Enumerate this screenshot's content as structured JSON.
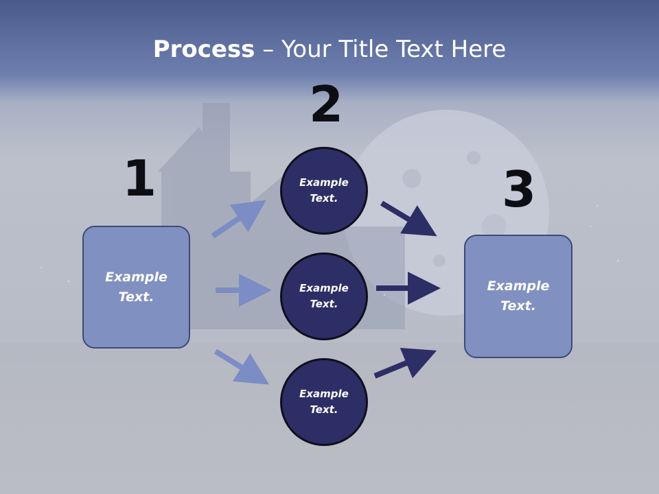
{
  "title": {
    "bold": "Process",
    "rest": " – Your Title Text Here"
  },
  "steps": {
    "one": {
      "number": "1",
      "label": "Example Text."
    },
    "two": {
      "number": "2",
      "items": [
        {
          "label": "Example Text."
        },
        {
          "label": "Example Text."
        },
        {
          "label": "Example Text."
        }
      ]
    },
    "three": {
      "number": "3",
      "label": "Example Text."
    }
  },
  "colors": {
    "box_fill": "#8090c0",
    "circle_fill": "#2e2e66",
    "arrow_light": "#7c8cc4",
    "arrow_dark": "#2e2e66",
    "header": "#6f80b0"
  }
}
